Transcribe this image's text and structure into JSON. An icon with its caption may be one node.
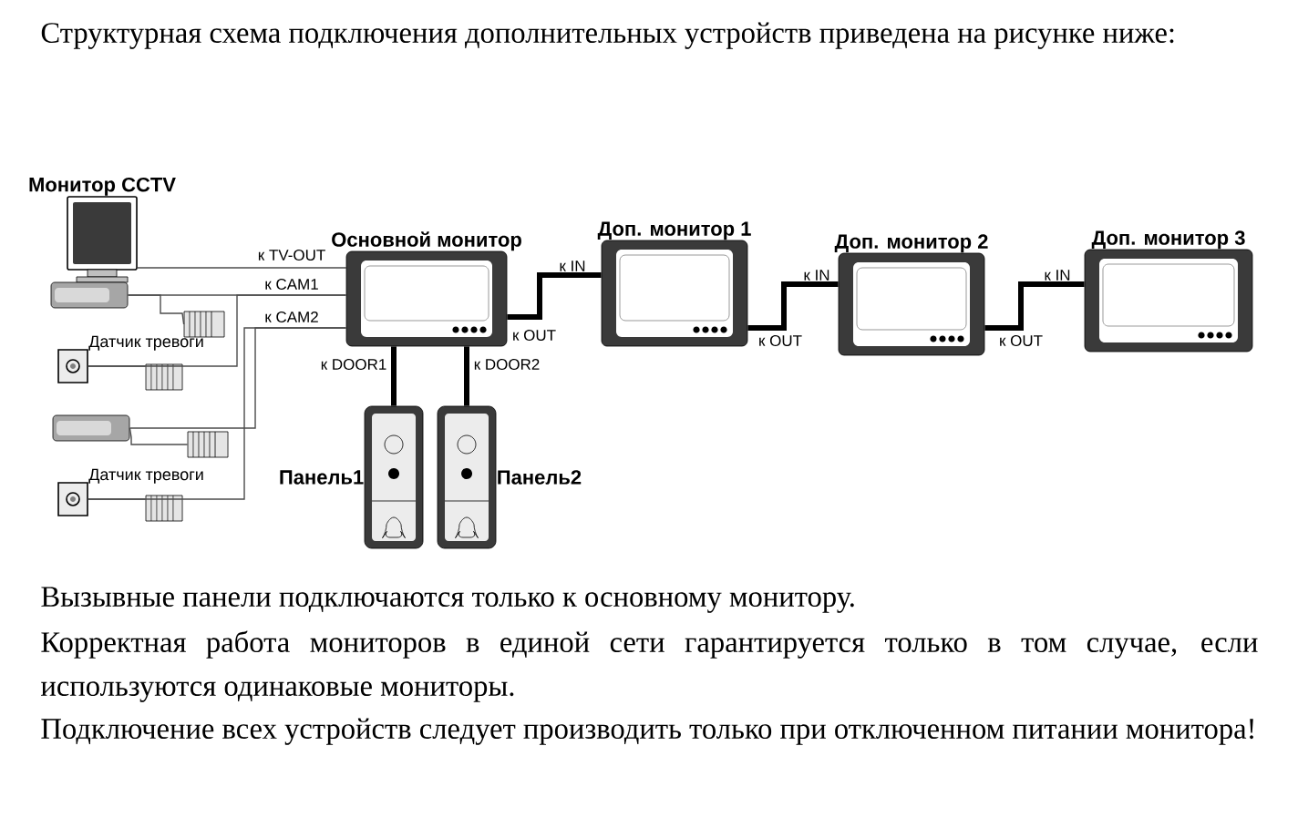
{
  "diagram": {
    "title": "Структурная схема подключения дополнительных устройств приведена на рисунке ниже:",
    "nodes": [
      {
        "text": [
          "Монитор CCTV"
        ]
      },
      {
        "text": [
          "Основной монитор"
        ]
      },
      {
        "text": [
          "Доп. монитор 1"
        ]
      },
      {
        "text": [
          "Доп. монитор 2"
        ]
      },
      {
        "text": [
          "Доп. монитор 3"
        ]
      },
      {
        "text": [],
        "shape": "picture"
      },
      {
        "text": [
          "Датчик тревоги"
        ]
      },
      {
        "text": [],
        "shape": "picture"
      },
      {
        "text": [
          "Датчик тревоги"
        ]
      },
      {
        "text": [
          "Панель1"
        ]
      },
      {
        "text": [
          "Панель2"
        ]
      },
      {
        "text": [],
        "shape": "picture"
      },
      {
        "text": [],
        "shape": "picture"
      },
      {
        "text": [],
        "shape": "picture"
      },
      {
        "text": [],
        "shape": "picture"
      }
    ],
    "edges": [
      {
        "from": 0,
        "to": 1,
        "arrow": "none",
        "label": "к TV-OUT"
      },
      {
        "from": 5,
        "to": 1,
        "arrow": "none",
        "label": "к CAM1"
      },
      {
        "from": 6,
        "to": 1,
        "arrow": "none"
      },
      {
        "from": 7,
        "to": 1,
        "arrow": "none",
        "label": "к CAM2"
      },
      {
        "from": 8,
        "to": 1,
        "arrow": "none"
      },
      {
        "from": 9,
        "to": 1,
        "arrow": "none",
        "label": "к DOOR1",
        "style": "thick"
      },
      {
        "from": 10,
        "to": 1,
        "arrow": "none",
        "label": "к DOOR2",
        "style": "thick"
      },
      {
        "from": 1,
        "to": 2,
        "arrow": "none",
        "label": "к OUT",
        "style": "thick"
      },
      {
        "from": 2,
        "to": 3,
        "arrow": "none",
        "label": "к OUT",
        "style": "thick"
      },
      {
        "from": 3,
        "to": 4,
        "arrow": "none",
        "label": "к OUT",
        "style": "thick"
      },
      {
        "from": 5,
        "to": 11,
        "arrow": "none"
      },
      {
        "from": 6,
        "to": 12,
        "arrow": "none"
      },
      {
        "from": 7,
        "to": 13,
        "arrow": "none"
      },
      {
        "from": 8,
        "to": 14,
        "arrow": "none"
      }
    ],
    "labels": [
      "к IN",
      "к IN",
      "к IN",
      "Вызывные панели подключаются только к основному монитору.",
      "Корректная работа мониторов в единой сети гарантируется только в том случае, если используются одинаковые мониторы.",
      "Подключение всех устройств следует производить только при отключенном питании монитора!"
    ]
  }
}
